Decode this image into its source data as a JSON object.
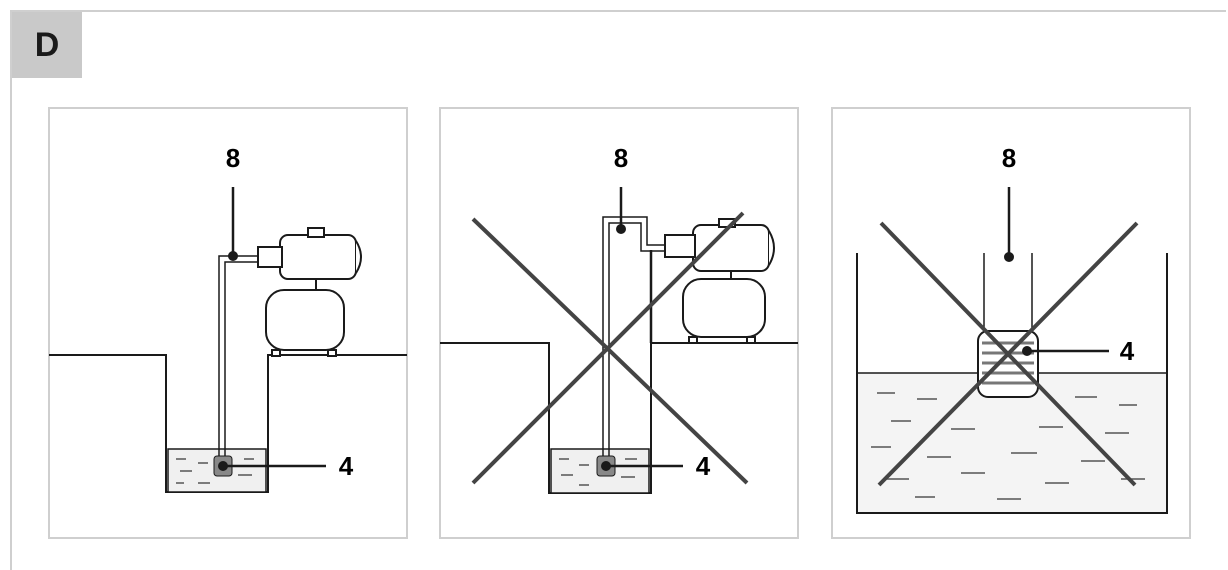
{
  "section_tag": "D",
  "panels": [
    {
      "part_top": "8",
      "part_bottom": "4",
      "status": "correct"
    },
    {
      "part_top": "8",
      "part_bottom": "4",
      "status": "incorrect"
    },
    {
      "part_top": "8",
      "part_bottom": "4",
      "status": "incorrect"
    }
  ],
  "colors": {
    "line": "#1a1a1a",
    "frame": "#cfcfcf",
    "tag_bg": "#c9c9c9",
    "water": "#f0f0f0",
    "cross": "#444444"
  }
}
